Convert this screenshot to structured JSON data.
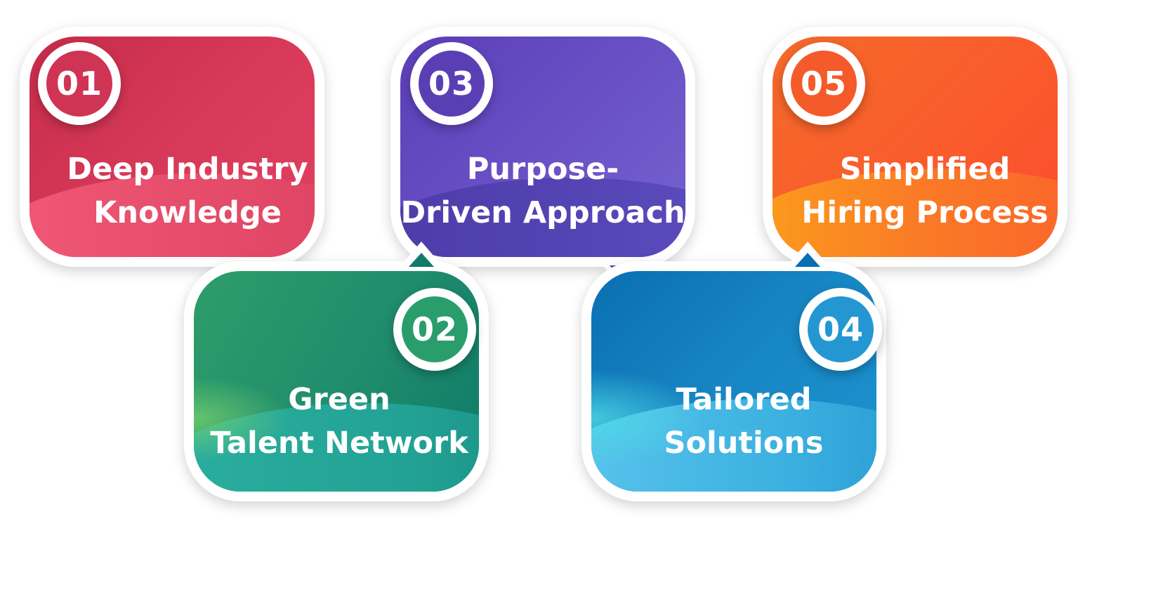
{
  "items": [
    {
      "number": "01",
      "line1": "Deep Industry",
      "line2": "Knowledge",
      "color": "#d93a5a"
    },
    {
      "number": "02",
      "line1": "Green",
      "line2": "Talent Network",
      "color": "#2a9d6c"
    },
    {
      "number": "03",
      "line1": "Purpose-",
      "line2": "Driven Approach",
      "color": "#5a3fb4"
    },
    {
      "number": "04",
      "line1": "Tailored",
      "line2": "Solutions",
      "color": "#2497d3"
    },
    {
      "number": "05",
      "line1": "Simplified",
      "line2": "Hiring Process",
      "color": "#f65a2a"
    }
  ]
}
